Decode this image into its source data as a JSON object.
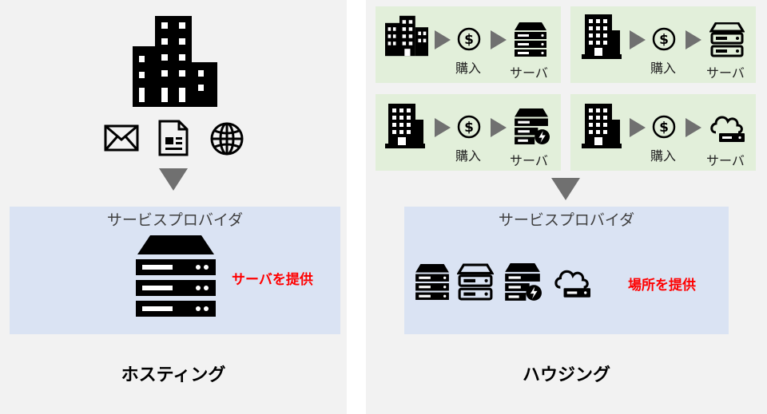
{
  "hosting": {
    "provider_label": "サービスプロバイダ",
    "provides": "サーバを提供",
    "caption": "ホスティング",
    "icons": [
      "building-icon",
      "mail-icon",
      "document-icon",
      "globe-icon",
      "server-rack-icon"
    ]
  },
  "housing": {
    "provider_label": "サービスプロバイダ",
    "provides": "場所を提供",
    "caption": "ハウジング",
    "tiles": [
      {
        "buy_label": "購入",
        "server_label": "サーバ",
        "server_icon": "server-stack-icon"
      },
      {
        "buy_label": "購入",
        "server_label": "サーバ",
        "server_icon": "server-outline-icon"
      },
      {
        "buy_label": "購入",
        "server_label": "サーバ",
        "server_icon": "server-power-icon"
      },
      {
        "buy_label": "購入",
        "server_label": "サーバ",
        "server_icon": "cloud-server-icon"
      }
    ]
  },
  "colors": {
    "panel": "#f2f2f2",
    "tile": "#e2efda",
    "provider": "#dae3f3",
    "accent_red": "#ff0000",
    "arrow": "#707070"
  }
}
